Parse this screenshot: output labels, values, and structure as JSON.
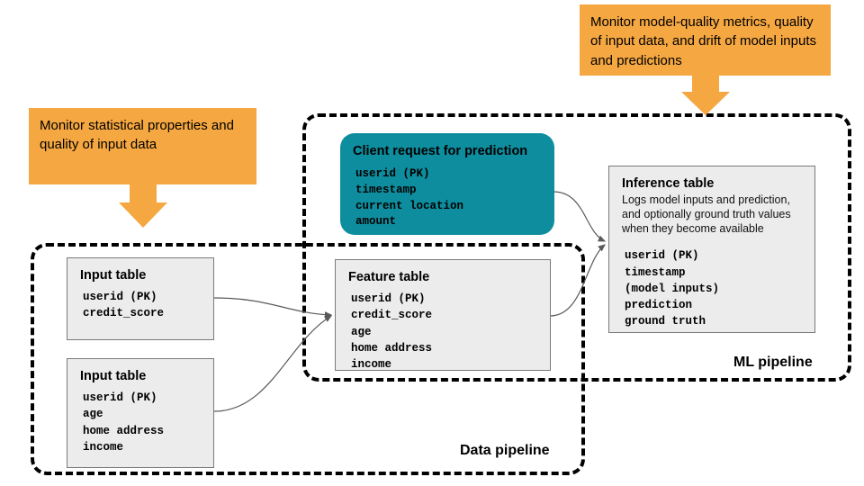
{
  "diagram": {
    "title": "ML monitoring data pipeline diagram",
    "colors": {
      "callout_orange": "#f5a741",
      "client_teal": "#0e8d9e",
      "entity_gray": "#ececec",
      "entity_border": "#7a7a7a",
      "pipeline_border": "#000000",
      "connector": "#5a5a5a"
    }
  },
  "callouts": {
    "left": {
      "text": "Monitor statistical properties and quality of input data",
      "arrow_direction": "down"
    },
    "right": {
      "text": "Monitor model-quality metrics, quality of input data, and drift of model inputs and predictions",
      "arrow_direction": "down"
    }
  },
  "pipelines": {
    "ml": {
      "label": "ML pipeline"
    },
    "data": {
      "label": "Data pipeline"
    }
  },
  "entities": {
    "input_table_1": {
      "title": "Input table",
      "fields": [
        "userid (PK)",
        "credit_score"
      ]
    },
    "input_table_2": {
      "title": "Input table",
      "fields": [
        "userid (PK)",
        "age",
        "home address",
        "income"
      ]
    },
    "feature_table": {
      "title": "Feature table",
      "fields": [
        "userid (PK)",
        "credit_score",
        "age",
        "home address",
        "income"
      ]
    },
    "client_request": {
      "title": "Client request for prediction",
      "fields": [
        "userid (PK)",
        "timestamp",
        "current location",
        "amount"
      ]
    },
    "inference_table": {
      "title": "Inference table",
      "description": "Logs model inputs and prediction, and optionally ground truth values when they become available",
      "fields": [
        "userid (PK)",
        "timestamp",
        "(model inputs)",
        "prediction",
        "ground truth"
      ]
    }
  }
}
